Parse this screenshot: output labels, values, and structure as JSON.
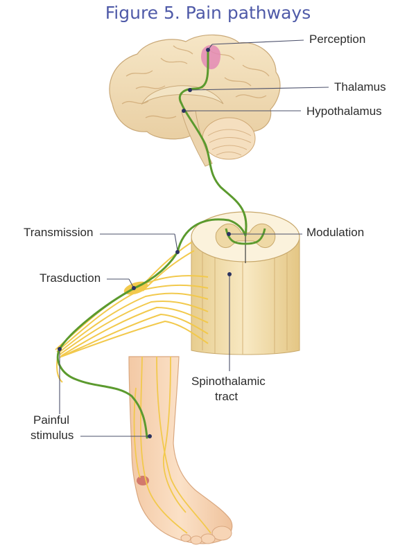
{
  "figure": {
    "title": "Figure 5. Pain pathways",
    "labels": {
      "perception": "Perception",
      "thalamus": "Thalamus",
      "hypothalamus": "Hypothalamus",
      "transmission": "Transmission",
      "modulation": "Modulation",
      "transduction": "Trasduction",
      "spinothalamic_line1": "Spinothalamic",
      "spinothalamic_line2": "tract",
      "stimulus_line1": "Painful",
      "stimulus_line2": "stimulus"
    }
  },
  "colors": {
    "title": "#4f5aa8",
    "pathway_green": "#5b9a2e",
    "nerve_yellow": "#f2c94c",
    "brain_beige": "#efd9b4",
    "skin": "#f6d3b1",
    "perception_pink": "#e38ab5",
    "leader_line": "#4a4f6a"
  }
}
